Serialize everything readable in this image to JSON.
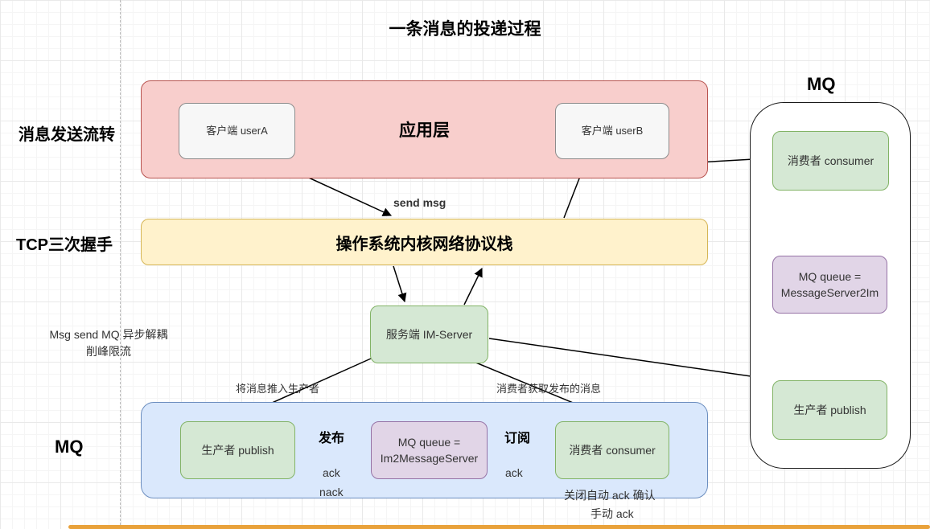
{
  "title": "一条消息的投递过程",
  "side_labels": {
    "message_flow": "消息发送流转",
    "tcp_handshake": "TCP三次握手",
    "mq_note_line1": "Msg send MQ 异步解耦",
    "mq_note_line2": "削峰限流",
    "mq": "MQ"
  },
  "app_layer": {
    "title": "应用层",
    "user_a": "客户端 userA",
    "user_b": "客户端 userB"
  },
  "protocol_stack": {
    "title": "操作系统内核网络协议栈"
  },
  "im_server": {
    "label": "服务端 IM-Server"
  },
  "edge_labels": {
    "send_msg": "send msg",
    "push_to_producer": "将消息推入生产者",
    "consumer_fetch": "消费者获取发布的消息",
    "publish": "发布",
    "subscribe": "订阅",
    "ack_producer": "ack",
    "nack": "nack",
    "ack_consumer": "ack",
    "close_auto_ack": "关闭自动 ack 确认",
    "manual_ack": "手动 ack"
  },
  "mq_cluster_left": {
    "producer": "生产者 publish",
    "queue_line1": "MQ queue =",
    "queue_line2": "Im2MessageServer",
    "consumer": "消费者 consumer"
  },
  "mq_cluster_right": {
    "title": "MQ",
    "consumer": "消费者 consumer",
    "queue_line1": "MQ queue =",
    "queue_line2": "MessageServer2Im",
    "producer": "生产者 publish"
  },
  "colors": {
    "app_layer_fill": "#f8cecc",
    "app_layer_stroke": "#b85450",
    "stack_fill": "#fff2cc",
    "stack_stroke": "#d6b656",
    "node_green_fill": "#d5e8d4",
    "node_green_stroke": "#82b366",
    "queue_purple_fill": "#e1d5e7",
    "queue_purple_stroke": "#9673a6",
    "mq_blue_fill": "#dae8fc",
    "mq_blue_stroke": "#6c8ebf",
    "accent_bar": "#e9a23b"
  }
}
